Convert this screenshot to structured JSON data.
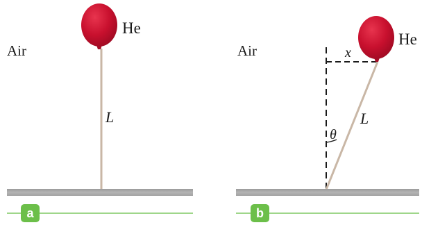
{
  "panel_a": {
    "medium_label": "Air",
    "gas_label": "He",
    "string_label": "L",
    "badge": "a"
  },
  "panel_b": {
    "medium_label": "Air",
    "gas_label": "He",
    "string_label": "L",
    "offset_label": "x",
    "angle_label": "θ",
    "badge": "b"
  },
  "colors": {
    "balloon": "#c8102e",
    "string": "#c9b7a6",
    "ground": "#a8a8a8",
    "badge": "#6cbf4a",
    "badge_line": "#9fd68a"
  }
}
